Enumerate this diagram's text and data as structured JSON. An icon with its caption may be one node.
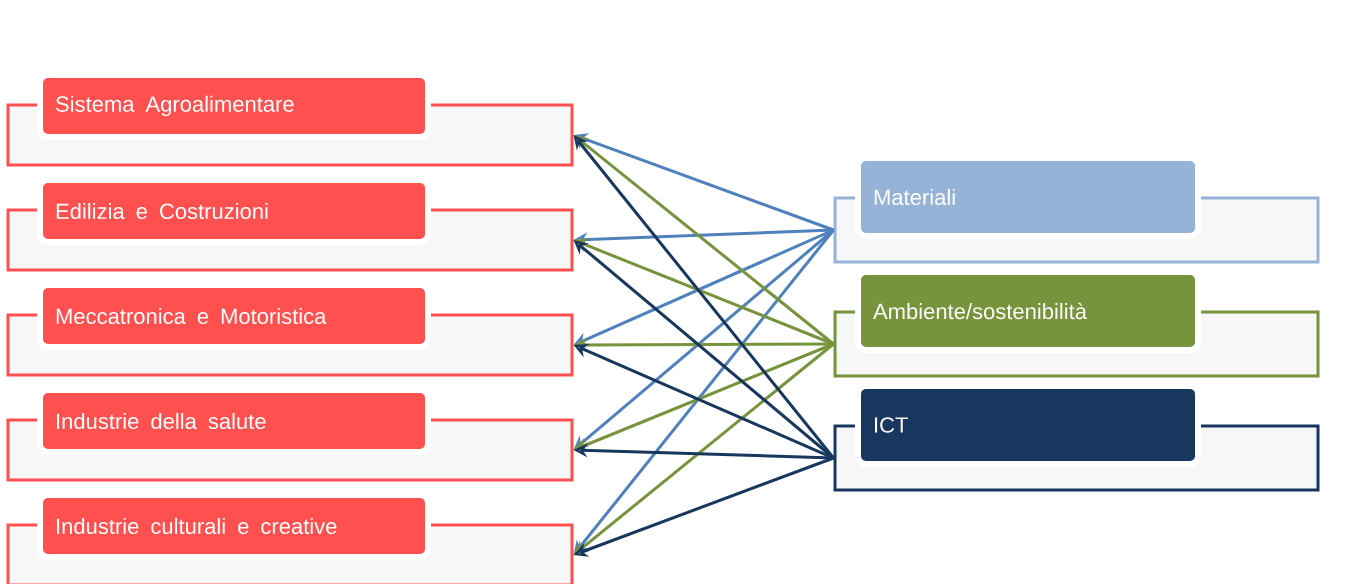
{
  "diagram": {
    "nodes": [
      {
        "text": [
          "Sistema Agroalimentare"
        ]
      },
      {
        "text": [
          "Edilizia e Costruzioni"
        ]
      },
      {
        "text": [
          "Meccatronica e Motoristica"
        ]
      },
      {
        "text": [
          "Industrie della salute"
        ]
      },
      {
        "text": [
          "Industrie culturali e creative"
        ]
      },
      {
        "text": [
          "Materiali"
        ]
      },
      {
        "text": [
          "Ambiente/sostenibilità"
        ]
      },
      {
        "text": [
          "ICT"
        ]
      }
    ],
    "edges": [
      {
        "from": 5,
        "to": 0,
        "arrow": "to",
        "color": "#4f81bd"
      },
      {
        "from": 5,
        "to": 1,
        "arrow": "to",
        "color": "#4f81bd"
      },
      {
        "from": 5,
        "to": 2,
        "arrow": "to",
        "color": "#4f81bd"
      },
      {
        "from": 5,
        "to": 3,
        "arrow": "to",
        "color": "#4f81bd"
      },
      {
        "from": 5,
        "to": 4,
        "arrow": "to",
        "color": "#4f81bd"
      },
      {
        "from": 6,
        "to": 0,
        "arrow": "to",
        "color": "#77933c"
      },
      {
        "from": 6,
        "to": 1,
        "arrow": "to",
        "color": "#77933c"
      },
      {
        "from": 6,
        "to": 2,
        "arrow": "to",
        "color": "#77933c"
      },
      {
        "from": 6,
        "to": 3,
        "arrow": "to",
        "color": "#77933c"
      },
      {
        "from": 6,
        "to": 4,
        "arrow": "to",
        "color": "#77933c"
      },
      {
        "from": 7,
        "to": 0,
        "arrow": "to",
        "color": "#17375e"
      },
      {
        "from": 7,
        "to": 1,
        "arrow": "to",
        "color": "#17375e"
      },
      {
        "from": 7,
        "to": 2,
        "arrow": "to",
        "color": "#17375e"
      },
      {
        "from": 7,
        "to": 3,
        "arrow": "to",
        "color": "#17375e"
      },
      {
        "from": 7,
        "to": 4,
        "arrow": "to",
        "color": "#17375e"
      }
    ]
  }
}
